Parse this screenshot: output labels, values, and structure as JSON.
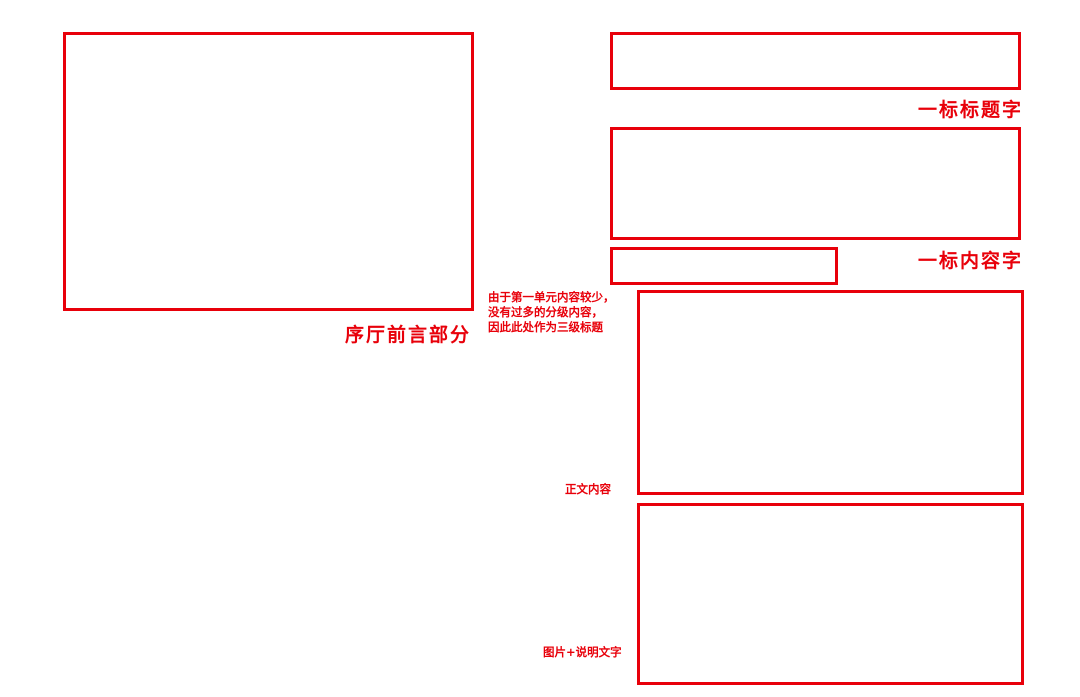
{
  "colors": {
    "outline": "#e8000a",
    "background": "#ffffff"
  },
  "labels": {
    "preface": "序厅前言部分",
    "level1_title": "一标标题字",
    "level1_content": "一标内容字",
    "body_content": "正文内容",
    "image_caption": "图片+说明文字"
  },
  "note": {
    "lines": [
      "由于第一单元内容较少，",
      "没有过多的分级内容，",
      "因此此处作为三级标题"
    ]
  }
}
